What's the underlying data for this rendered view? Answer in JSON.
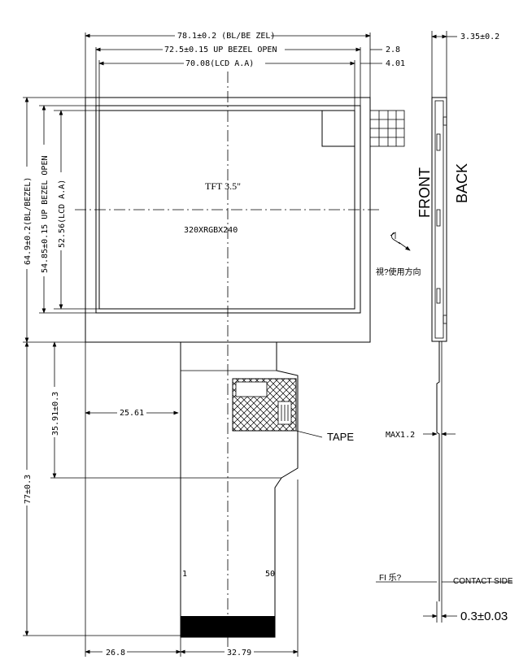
{
  "dims": {
    "bezel_width": "78.1±0.2 (BL/BE ZEL)",
    "up_bezel_open_width": "72.5±0.15 UP BEZEL OPEN",
    "lcd_aa_width": "70.08(LCD A.A)",
    "right_2_8": "2.8",
    "right_4_01": "4.01",
    "height_bezel": "64.9±0.2(BL/BEZEL)",
    "height_up_bezel_open": "54.85±0.15 UP BEZEL OPEN",
    "height_lcd_aa": "52.56(LCD A.A)",
    "fpc_total": "77±0.3",
    "fpc_tape_offset": "35.91±0.3",
    "fpc_left_offset": "25.61",
    "bottom_left": "26.8",
    "bottom_width": "32.79",
    "side_thickness": "3.35±0.2",
    "max_thickness": "MAX1.2",
    "fpc_thickness": "0.3±0.03"
  },
  "labels": {
    "tft_size": "TFT 3.5\"",
    "resolution": "320XRGBX240",
    "tape": "TAPE",
    "front": "FRONT",
    "back": "BACK",
    "view_direction": "視?使用方向",
    "pin_first": "1",
    "pin_last": "50",
    "contact_side": "CONTACT SIDE",
    "fi_note": "FI 乐?"
  }
}
